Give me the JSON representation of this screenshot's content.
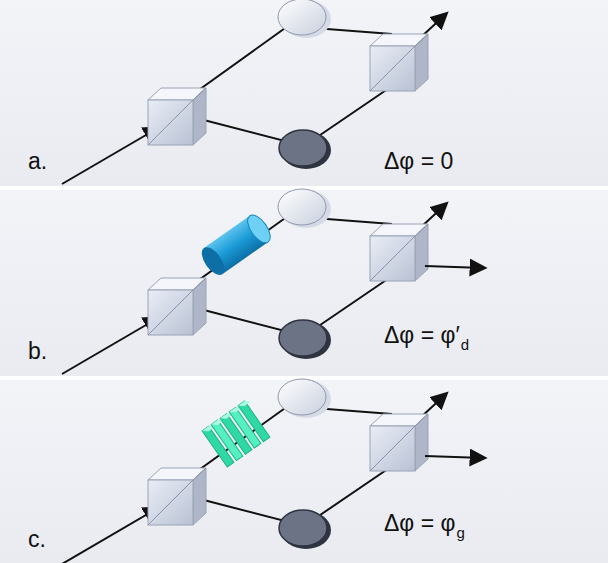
{
  "diagram": {
    "labels": [
      "a.",
      "Δφ = 0",
      "b.",
      "Δφ = φ′",
      "d",
      "c.",
      "Δφ = φ",
      "g"
    ]
  }
}
